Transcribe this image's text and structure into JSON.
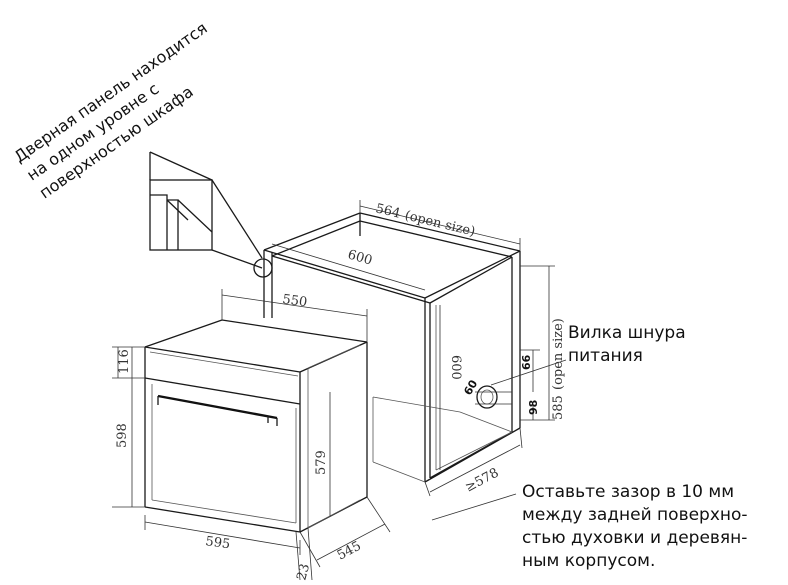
{
  "notes": {
    "door_panel": "Дверная панель находится\nна одном уровне с\nповерхностью шкафа",
    "power_plug": "Вилка шнура\nпитания",
    "gap": "Оставьте зазор в 10 мм\nмежду задней поверхно-\nстью духовки и деревян-\nным корпусом."
  },
  "dimensions": {
    "cab_depth_open": "564",
    "open_size": "(open size)",
    "cab_width": "600",
    "cab_height_open": "585",
    "cab_height": "600",
    "cab_min_depth": "≥578",
    "oven_depth_top": "550",
    "panel_height": "116",
    "oven_height": "598",
    "body_height": "579",
    "oven_width": "595",
    "oven_depth": "545",
    "door_thickness": "23",
    "cutout_top": "66",
    "cutout_size": "60",
    "cutout_bottom": "98"
  }
}
